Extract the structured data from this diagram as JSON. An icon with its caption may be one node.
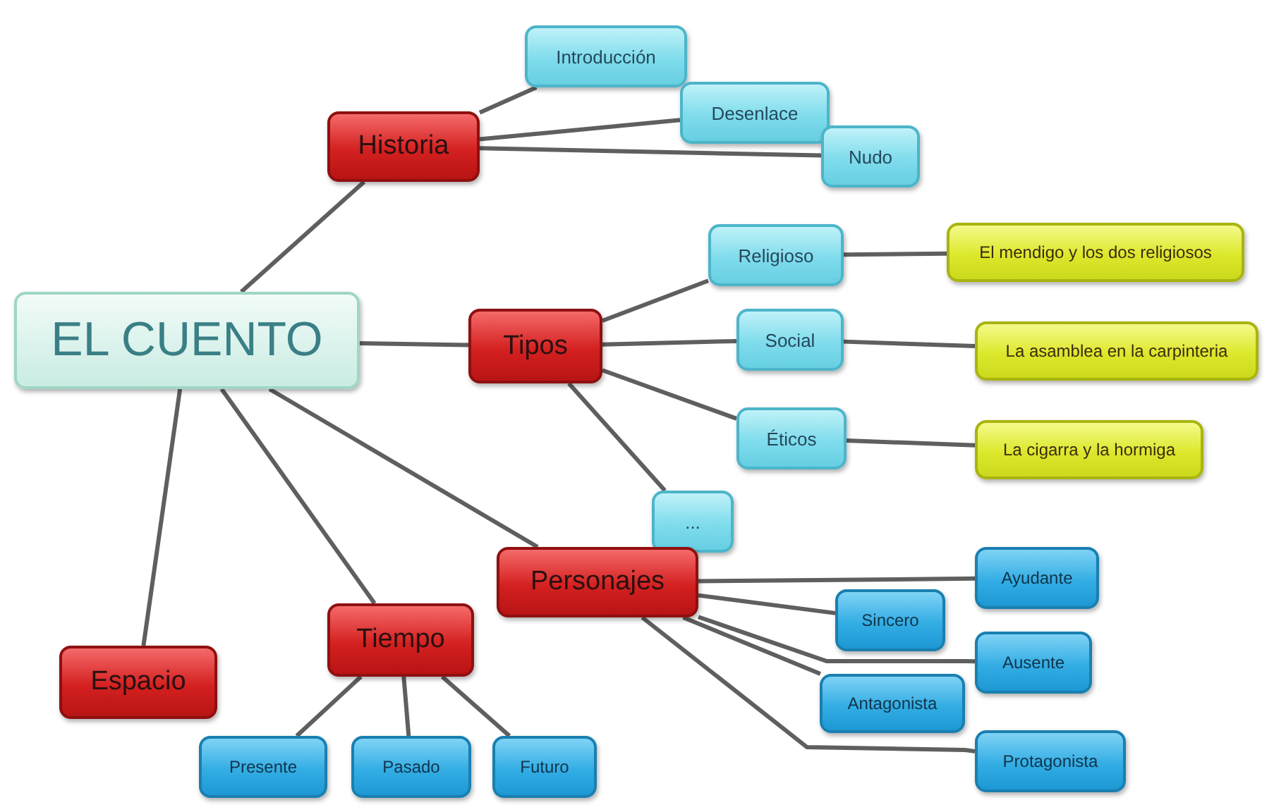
{
  "diagram": {
    "nodes": [
      {
        "text": [
          "EL CUENTO"
        ]
      },
      {
        "text": [
          "Historia"
        ]
      },
      {
        "text": [
          "Introducción"
        ]
      },
      {
        "text": [
          "Desenlace"
        ]
      },
      {
        "text": [
          "Nudo"
        ]
      },
      {
        "text": [
          "Tipos"
        ]
      },
      {
        "text": [
          "Religioso"
        ]
      },
      {
        "text": [
          "El mendigo y los dos religiosos"
        ]
      },
      {
        "text": [
          "Social"
        ]
      },
      {
        "text": [
          "La asamblea en la carpinteria"
        ]
      },
      {
        "text": [
          "Éticos"
        ]
      },
      {
        "text": [
          "La cigarra y la hormiga"
        ]
      },
      {
        "text": [
          "..."
        ]
      },
      {
        "text": [
          "Personajes"
        ]
      },
      {
        "text": [
          "Ayudante"
        ]
      },
      {
        "text": [
          "Sincero"
        ]
      },
      {
        "text": [
          "Ausente"
        ]
      },
      {
        "text": [
          "Antagonista"
        ]
      },
      {
        "text": [
          "Protagonista"
        ]
      },
      {
        "text": [
          "Espacio"
        ]
      },
      {
        "text": [
          "Tiempo"
        ]
      },
      {
        "text": [
          "Presente"
        ]
      },
      {
        "text": [
          "Pasado"
        ]
      },
      {
        "text": [
          "Futuro"
        ]
      }
    ],
    "edges": [
      {
        "from": 0,
        "to": 1,
        "arrow": "none"
      },
      {
        "from": 1,
        "to": 2,
        "arrow": "none"
      },
      {
        "from": 1,
        "to": 3,
        "arrow": "none"
      },
      {
        "from": 1,
        "to": 4,
        "arrow": "none"
      },
      {
        "from": 0,
        "to": 5,
        "arrow": "none"
      },
      {
        "from": 5,
        "to": 6,
        "arrow": "none"
      },
      {
        "from": 6,
        "to": 7,
        "arrow": "none"
      },
      {
        "from": 5,
        "to": 8,
        "arrow": "none"
      },
      {
        "from": 8,
        "to": 9,
        "arrow": "none"
      },
      {
        "from": 5,
        "to": 10,
        "arrow": "none"
      },
      {
        "from": 10,
        "to": 11,
        "arrow": "none"
      },
      {
        "from": 5,
        "to": 12,
        "arrow": "none"
      },
      {
        "from": 0,
        "to": 13,
        "arrow": "none"
      },
      {
        "from": 13,
        "to": 14,
        "arrow": "none"
      },
      {
        "from": 13,
        "to": 15,
        "arrow": "none"
      },
      {
        "from": 13,
        "to": 16,
        "arrow": "none"
      },
      {
        "from": 13,
        "to": 17,
        "arrow": "none"
      },
      {
        "from": 13,
        "to": 18,
        "arrow": "none"
      },
      {
        "from": 0,
        "to": 19,
        "arrow": "none"
      },
      {
        "from": 0,
        "to": 20,
        "arrow": "none"
      },
      {
        "from": 20,
        "to": 21,
        "arrow": "none"
      },
      {
        "from": 20,
        "to": 22,
        "arrow": "none"
      },
      {
        "from": 20,
        "to": 23,
        "arrow": "none"
      }
    ]
  }
}
